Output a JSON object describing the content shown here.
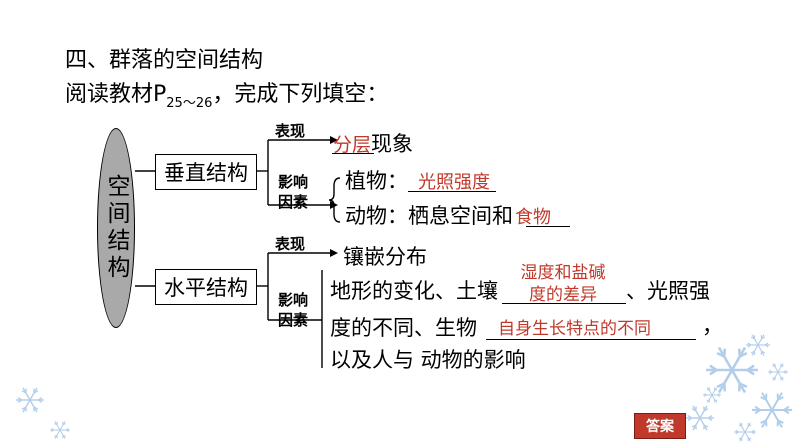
{
  "heading": "四、群落的空间结构",
  "instruction": {
    "prefix": "阅读教材P",
    "subscript": "25～26",
    "suffix": "，完成下列填空："
  },
  "root": "空间结构",
  "vertical": {
    "label": "垂直结构",
    "branch1_label": "表现",
    "branch1_answer": "分层",
    "branch1_text": "现象",
    "branch2_label_l1": "影响",
    "branch2_label_l2": "因素",
    "plant_prefix": "植物：",
    "plant_answer": "光照强度",
    "animal_prefix": "动物：栖息空间和",
    "animal_answer": "食物"
  },
  "horizontal": {
    "label": "水平结构",
    "branch1_label": "表现",
    "branch1_text": "镶嵌分布",
    "branch2_label_l1": "影响",
    "branch2_label_l2": "因素",
    "line1_prefix": "地形的变化、土壤",
    "answer1_l1": "湿度和盐碱",
    "answer1_l2": "度的差异",
    "line1_suffix": "、光照强",
    "line2_prefix": "度的不同、生物",
    "answer2": "自身生长特点的不同",
    "line2_suffix": "，",
    "line3": "以及人与 动物的影响"
  },
  "answer_button": "答案",
  "colors": {
    "answer_red": "#c0392b",
    "button_red": "#c0392b",
    "snowflake": "#9fc3e6"
  }
}
